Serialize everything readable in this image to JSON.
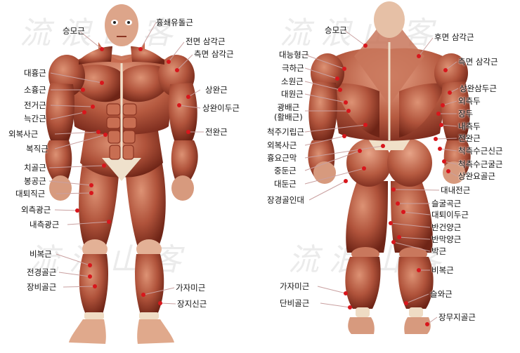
{
  "colors": {
    "muscle": "#b0533b",
    "muscle_dark": "#7a2a1c",
    "muscle_light": "#d98b6b",
    "tendon": "#f0e0c8",
    "skin": "#e8c2a6",
    "pointer": "#d8161c",
    "leader": "#c9a0a0"
  },
  "watermark": "流 浪 山 客",
  "front_labels": {
    "trapezius": "승모근",
    "sternocleidomastoid": "흉쇄유돌근",
    "anterior_deltoid": "전면 삼각근",
    "lateral_deltoid": "측면 삼각근",
    "pectoralis_major": "대흉근",
    "pectoralis_minor": "소흉근",
    "serratus_anterior": "전거근",
    "intercostal": "늑간근",
    "external_oblique": "외복사근",
    "rectus_abdominis": "복직근",
    "biceps": "상완근",
    "biceps_brachii": "상완이두근",
    "forearm": "전완근",
    "pectineus": "치골근",
    "sartorius": "봉공근",
    "rectus_femoris": "대퇴직근",
    "vastus_lateralis": "외측광근",
    "vastus_medialis": "내측광근",
    "gastrocnemius": "비복근",
    "tibialis_anterior": "전경골근",
    "soleus": "장비골근",
    "ext_hallucis": "가자미근",
    "ext_digitorum": "장지신근"
  },
  "back_labels": {
    "trapezius": "승모근",
    "posterior_deltoid": "후면 삼각근",
    "lateral_deltoid": "측면 삼각근",
    "rhomboid": "대능형근",
    "infraspinatus": "극하근",
    "teres_minor": "소원근",
    "teres_major": "대원근",
    "latissimus_1": "광배근",
    "latissimus_2": "(활배근)",
    "erector_spinae": "척주기립근",
    "ext_oblique": "외복사근",
    "lumbar_fascia": "흉요근막",
    "gluteus_medius": "중둔근",
    "gluteus_maximus": "대둔근",
    "it_band": "장경골인대",
    "triceps_upper": "상완삼두근",
    "lateral_head": "외측두",
    "long_head": "장두",
    "medial_head": "내측두",
    "forearm": "전완근",
    "flexor_carpi_ulnaris": "척측수근신근",
    "flexor_carpi_2": "척측수근굴근",
    "brachioradialis": "상완요골근",
    "adductor": "대내전근",
    "semitendinosus": "슬굴곡근",
    "biceps_femoris": "대퇴이두근",
    "semimembranosus": "반건양근",
    "semimembranosus2": "반막양근",
    "gastrocnemius_short": "박근",
    "gastrocnemius": "비복근",
    "soleus": "가자미근",
    "achilles": "슬와근",
    "peroneus": "단비골근",
    "flexor": "장무지골근"
  }
}
